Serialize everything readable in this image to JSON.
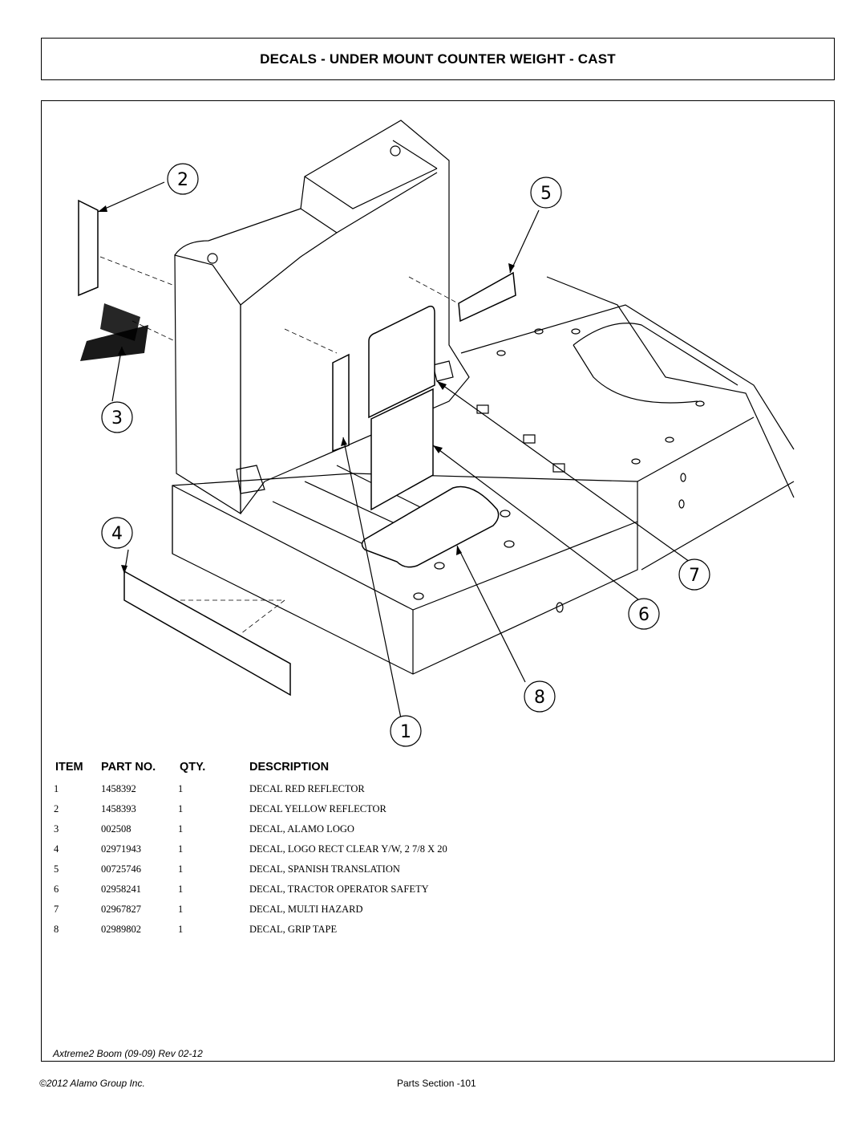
{
  "header": {
    "title": "DECALS - UNDER MOUNT COUNTER WEIGHT - CAST"
  },
  "callouts": [
    "1",
    "2",
    "3",
    "4",
    "5",
    "6",
    "7",
    "8"
  ],
  "table": {
    "columns": [
      "ITEM",
      "PART NO.",
      "QTY.",
      "DESCRIPTION"
    ],
    "rows": [
      {
        "item": "1",
        "part": "1458392",
        "qty": "1",
        "desc": "DECAL RED REFLECTOR"
      },
      {
        "item": "2",
        "part": "1458393",
        "qty": "1",
        "desc": "DECAL YELLOW REFLECTOR"
      },
      {
        "item": "3",
        "part": "002508",
        "qty": "1",
        "desc": "DECAL, ALAMO LOGO"
      },
      {
        "item": "4",
        "part": "02971943",
        "qty": "1",
        "desc": "DECAL, LOGO RECT CLEAR Y/W, 2 7/8 X 20"
      },
      {
        "item": "5",
        "part": "00725746",
        "qty": "1",
        "desc": "DECAL, SPANISH TRANSLATION"
      },
      {
        "item": "6",
        "part": "02958241",
        "qty": "1",
        "desc": "DECAL, TRACTOR OPERATOR SAFETY"
      },
      {
        "item": "7",
        "part": "02967827",
        "qty": "1",
        "desc": "DECAL, MULTI HAZARD"
      },
      {
        "item": "8",
        "part": "02989802",
        "qty": "1",
        "desc": "DECAL, GRIP TAPE"
      }
    ]
  },
  "footer": {
    "revision": "Axtreme2 Boom (09-09) Rev 02-12",
    "copyright": "©2012 Alamo Group Inc.",
    "page": "Parts Section -101"
  }
}
